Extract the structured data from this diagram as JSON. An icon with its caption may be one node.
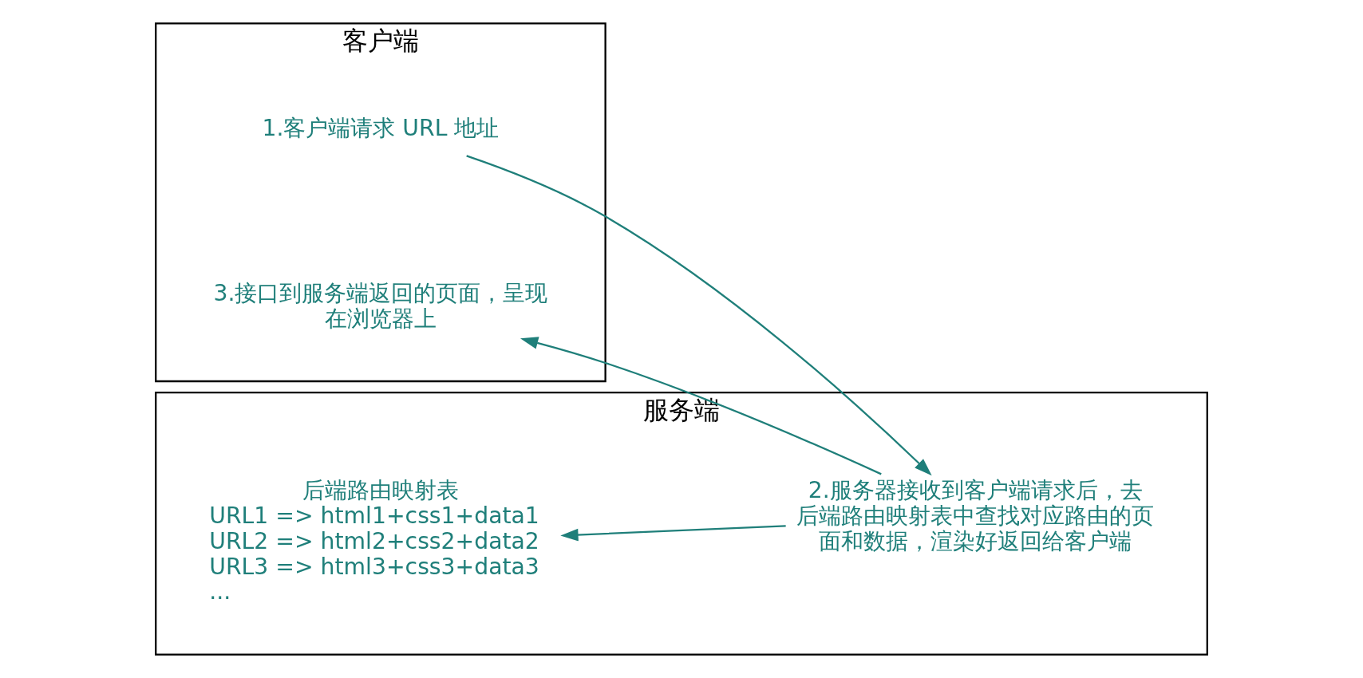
{
  "diagram": {
    "nodes": [
      {
        "text": [
          "客户端"
        ]
      },
      {
        "text": [
          "1.客户端请求 URL 地址"
        ],
        "in": 0
      },
      {
        "text": [
          "3.接口到服务端返回的页面，呈现在浏览器上"
        ],
        "in": 0
      },
      {
        "text": [
          "服务端"
        ]
      },
      {
        "text": [
          "后端路由映射表",
          "URL1 => html1+css1+data1",
          "URL2 => html2+css2+data2",
          "URL3 => html3+css3+data3",
          "..."
        ],
        "in": 3
      },
      {
        "text": [
          "2.服务器接收到客户端请求后，去后端路由映射表中查找对应路由的页面和数据，渲染好返回给客户端"
        ],
        "in": 3
      }
    ],
    "edges": [
      {
        "from": 1,
        "to": 5,
        "arrow": "to"
      },
      {
        "from": 5,
        "to": 4,
        "arrow": "to"
      },
      {
        "from": 5,
        "to": 2,
        "arrow": "to"
      }
    ]
  }
}
